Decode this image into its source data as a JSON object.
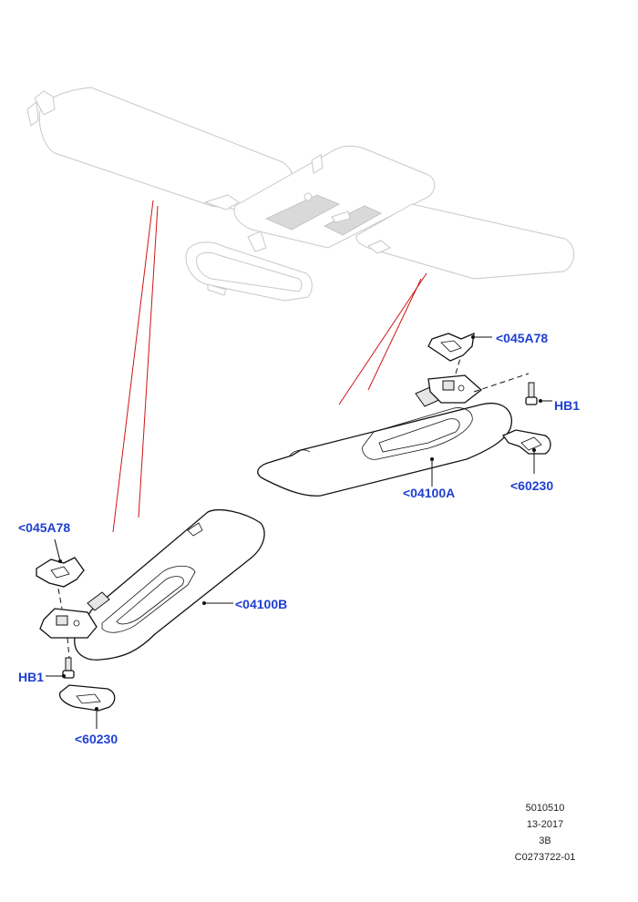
{
  "callouts": {
    "mirror_right": "<045A78",
    "screw_right": "HB1",
    "visor_right": "<04100A",
    "cover_right": "<60230",
    "mirror_left": "<045A78",
    "visor_left": "<04100B",
    "screw_left": "HB1",
    "cover_left": "<60230"
  },
  "reference": {
    "line1": "5010510",
    "line2": "13-2017",
    "line3": "3B",
    "line4": "C0273722-01"
  },
  "colors": {
    "callout_text": "#1f3fd1",
    "guide_lines": "#d11414",
    "line_art": "#111111",
    "ghost_art": "#c8c8c8"
  }
}
